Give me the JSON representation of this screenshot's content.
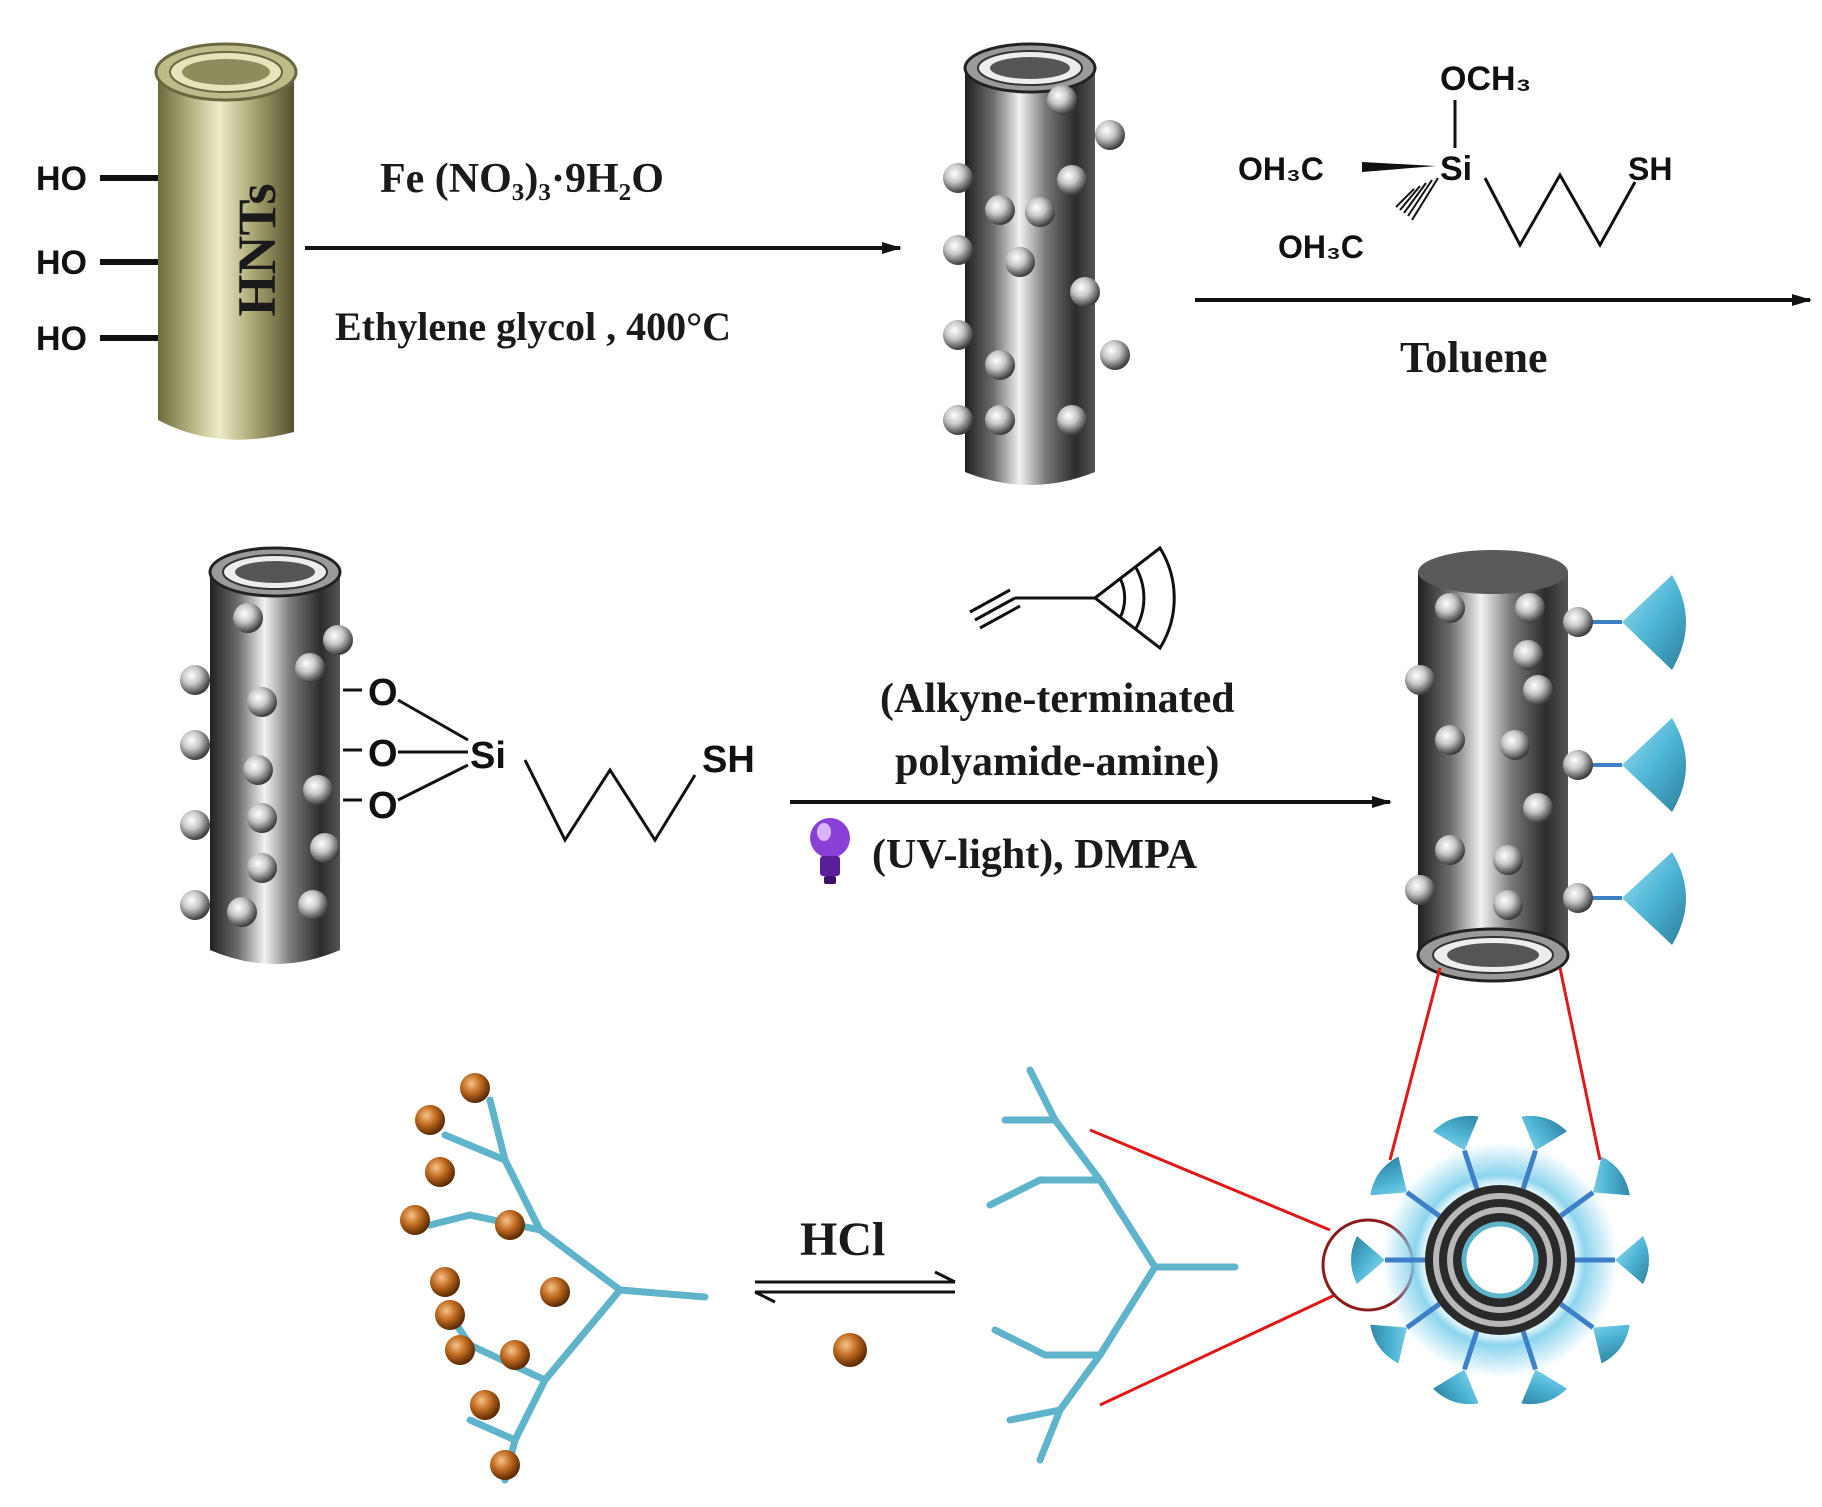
{
  "colors": {
    "blue_sh": "#1a2fd6",
    "dendrimer": "#5fb4cc",
    "copper": "#b8621a",
    "zoom_line": "#e01818",
    "bulb": "#8a3fd6",
    "hnt_gold": "#c2bf8c"
  },
  "step1": {
    "hnt_label": "HNTs",
    "ho_labels": [
      "HO",
      "HO",
      "HO"
    ],
    "reagent": "Fe (NO₃)₃·9H₂O",
    "conditions": "Ethylene glycol ,  400°C"
  },
  "step2": {
    "och3": "OCH₃",
    "oh3c_top": "OH₃C",
    "oh3c_bottom": "OH₃C",
    "si": "Si",
    "sh": "SH",
    "solvent": "Toluene"
  },
  "step3": {
    "o_labels": [
      "O",
      "O",
      "O"
    ],
    "si": "Si",
    "sh": "SH",
    "reagent_line1": "(Alkyne-terminated",
    "reagent_line2": "polyamide-amine)",
    "conditions": "(UV-light),  DMPA",
    "icons": [
      "alkyne-dendron-icon",
      "uv-bulb-icon"
    ]
  },
  "step4": {
    "reagent": "HCl",
    "icons": [
      "copper-sphere-icon",
      "dendrimer-branch-icon",
      "cross-section-icon"
    ]
  }
}
